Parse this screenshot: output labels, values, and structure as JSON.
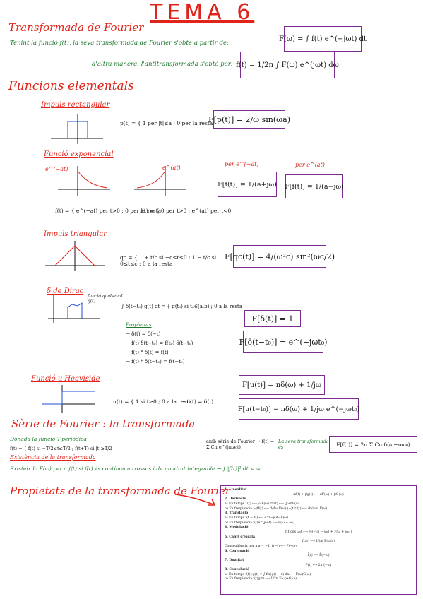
{
  "title": "TEMA 6",
  "fourier": {
    "heading": "Transformada de Fourier",
    "line1": "Tenint la funció f(t), la seva transformada de Fourier s'obté a partir de:",
    "formula1": "F(ω) = ∫ f(t) e^(−jωt) dt",
    "line2": "d'altra manera, l'antitransformada s'obté per:",
    "formula2": "f(t) = 1/2π ∫ F(ω) e^(jωt) dω"
  },
  "elementals": {
    "heading": "Funcions elementals",
    "rect": {
      "label": "Impuls rectangular",
      "def": "p(t) = { 1 per |t|≤a ; 0 per la resta",
      "box": "F[p(t)] = 2/ω sin(ωa)"
    },
    "expo": {
      "label": "Funció exponencial",
      "sig1": "e^(−at)",
      "sig2": "e^(at)",
      "def1": "f(t) = { e^(−at) per t>0 ; 0 per la resta",
      "def2": "f(t) = { 0 per t>0 ; e^(at) per t<0",
      "lab1": "per e^(−at)",
      "lab2": "per e^(at)",
      "box1": "F[f(t)] = 1/(a+jω)",
      "box2": "F[f(t)] = 1/(a−jω)"
    },
    "tri": {
      "label": "Impuls triangular",
      "def": "qc = { 1 + t/c  si −c≤t≤0 ; 1 − t/c  si 0≤t≤c ; 0 a la resta",
      "box": "F[qc(t)] = 4/(ω²c) sin²(ωc/2)"
    },
    "dirac": {
      "label": "δ de Dirac",
      "note": "funció qualsevol g(t)",
      "def": "∫ δ(t−t₀) g(t) dt = { g(t₀) si t₀∈(a,b) ; 0 a la resta",
      "props_title": "Propietats",
      "props": [
        "→ δ(t) = δ(−t)",
        "→ f(t) δ(t−t₀) = f(t₀) δ(t−t₀)",
        "→ f(t) * δ(t) = f(t)",
        "→ f(t) * δ(t−t₀) = f(t−t₀)"
      ],
      "box1": "F[δ(t)] = 1",
      "box2": "F[δ(t−t₀)] = e^(−jωt₀)"
    },
    "heav": {
      "label": "Funció u Heaviside",
      "def": "u(t) = { 1 si t≥0 ; 0 a la resta",
      "deriv": "u'(t) = δ(t)",
      "box1": "F[u(t)] = πδ(ω) + 1/jω",
      "box2": "F[u(t−t₀)] = πδ(ω) + 1/jω e^(−jωt₀)"
    }
  },
  "serie": {
    "heading": "Sèrie de Fourier : la transformada",
    "line": "Donada la funció T-periòdica",
    "def": "f(t) = { f(t) si −T/2≤t≤T/2 ; f(t+T) si |t|≥T/2",
    "middle": "amb sèrie de Fourier → f(t) = Σ Cn e^(jnω₀t)",
    "note": "La seva transformada és",
    "box": "F[f(t)] = 2π Σ Cn δ(ω−nω₀)"
  },
  "existencia": {
    "heading": "Existència de la transformada",
    "line": "Existeix la F(ω) per a f(t) si f(t) és contínua a trossos i de quadrat integrable → ∫ |f(t)|² dt < ∞"
  },
  "propietats": {
    "heading": "Propietats de la transformada de Fourier",
    "table": [
      {
        "h": "1. Linealitat",
        "rows": [
          "αf(t) + βg(t)  ⟷  αF(ω) + βG(ω)"
        ]
      },
      {
        "h": "2. Derivació",
        "rows": [
          "a) En temps   f′(t) ⟷ jωF(ω)    f⁽ⁿ⁾(t) ⟷ (jω)ⁿF(ω)",
          "b) En freqüència   −jtf(t) ⟷ d/dω F(ω)   (−jt)ⁿf(t) ⟷ dⁿ/dωⁿ F(ω)"
        ]
      },
      {
        "h": "3. Translació",
        "rows": [
          "a) En temps   f(t − t₀) ⟷ e^(−jωt₀)F(ω)",
          "b) En freqüència   f(t)e^(jω₀t) ⟷ F(ω − ω₀)"
        ]
      },
      {
        "h": "4. Modulació",
        "rows": [
          "f(t)cos ω₀t  ⟷  ½(F(ω − ω₀) + F(ω + ω₀))"
        ]
      },
      {
        "h": "5. Canvi d'escala",
        "rows": [
          "f(at)  ⟷  1/|a| F(ω/a)",
          "Conseqüència per a a = −1:   f(−t)  ⟷  F(−ω)"
        ]
      },
      {
        "h": "6. Conjugació",
        "rows": [
          "f̄(t)  ⟷  F̄(−ω)"
        ]
      },
      {
        "h": "7. Dualitat",
        "rows": [
          "F(t)  ⟷  2πf(−ω)"
        ]
      },
      {
        "h": "8. Convolució",
        "rows": [
          "a) En temps   f(t)∗g(t) = ∫ f(x)g(t − x) dx  ⟷  F(ω)G(ω)",
          "b) En freqüència   f(t)g(t)  ⟷  1/2π F(ω)∗G(ω)"
        ]
      }
    ]
  }
}
